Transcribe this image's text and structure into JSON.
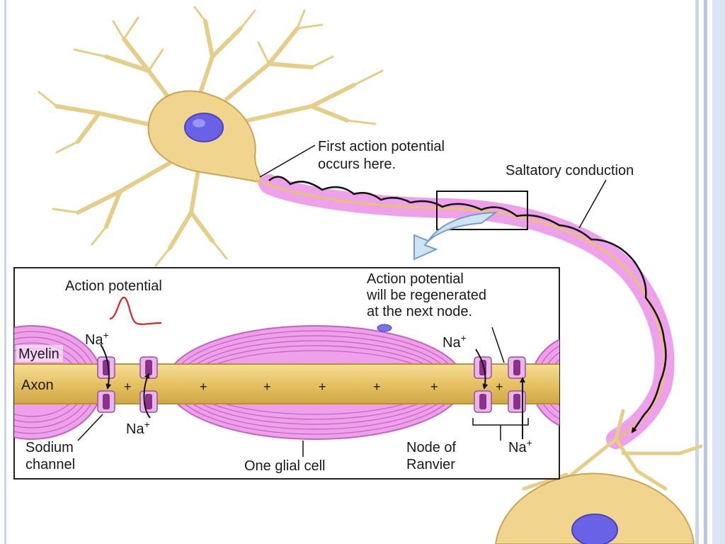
{
  "labels": {
    "first_action_line1": "First action potential",
    "first_action_line2": "occurs here.",
    "saltatory": "Saltatory conduction",
    "action_potential": "Action potential",
    "regen_line1": "Action potential",
    "regen_line2": "will be regenerated",
    "regen_line3": "at the next node.",
    "na": "Na",
    "na_charge": "+",
    "myelin": "Myelin",
    "axon": "Axon",
    "plus": "+",
    "sodium_line1": "Sodium",
    "sodium_line2": "channel",
    "glial": "One glial cell",
    "node_line1": "Node of",
    "node_line2": "Ranvier"
  },
  "colors": {
    "soma": "#f1d58e",
    "soma_edge": "#caa552",
    "dendrite": "#e9cf8a",
    "nucleus": "#6a62e6",
    "myelin": "#eea0ea",
    "myelin_edge": "#c560c4",
    "axon": "#e9c667",
    "axon_edge": "#b8922f",
    "channel": "#a14aa0",
    "ap_trace": "#d8232a",
    "arrow_fill": "#cfe3f5",
    "arrow_edge": "#6f9fc8",
    "frame_stripe": "#c9d6ea"
  }
}
